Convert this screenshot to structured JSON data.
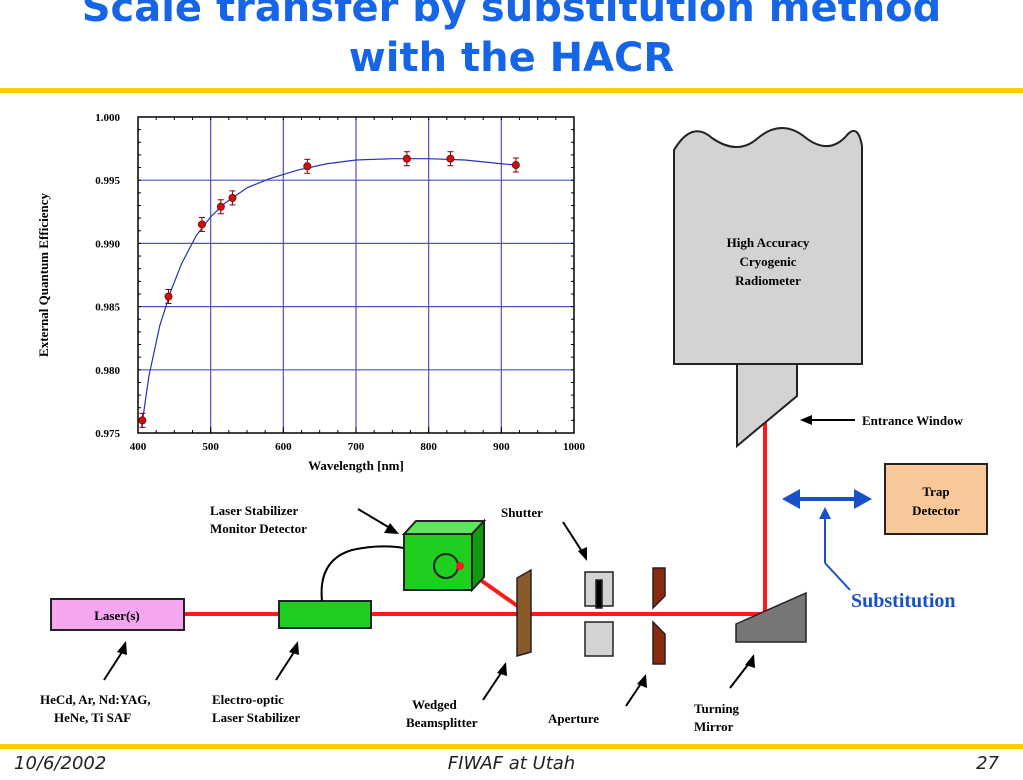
{
  "title": {
    "line1": "Scale transfer by substitution method",
    "line2": "with the HACR"
  },
  "footer": {
    "date": "10/6/2002",
    "venue": "FIWAF at Utah",
    "page": "27"
  },
  "chart_data": {
    "type": "scatter",
    "xlabel": "Wavelength  [nm]",
    "ylabel": "External Quantum Efficiency",
    "xlim": [
      400,
      1000
    ],
    "ylim": [
      0.975,
      1.0
    ],
    "x_ticks": [
      "400",
      "500",
      "600",
      "700",
      "800",
      "900",
      "1000"
    ],
    "y_ticks": [
      "0.975",
      "0.980",
      "0.985",
      "0.990",
      "0.995",
      "1.000"
    ],
    "grid": true,
    "points": [
      {
        "x": 406,
        "y": 0.976
      },
      {
        "x": 442,
        "y": 0.9858
      },
      {
        "x": 488,
        "y": 0.9915
      },
      {
        "x": 514,
        "y": 0.9929
      },
      {
        "x": 530,
        "y": 0.9936
      },
      {
        "x": 633,
        "y": 0.9961
      },
      {
        "x": 770,
        "y": 0.9967
      },
      {
        "x": 830,
        "y": 0.9967
      },
      {
        "x": 920,
        "y": 0.9962
      }
    ],
    "fit_curve": [
      [
        405,
        0.9755
      ],
      [
        415,
        0.9795
      ],
      [
        430,
        0.9835
      ],
      [
        445,
        0.9862
      ],
      [
        460,
        0.9884
      ],
      [
        480,
        0.9906
      ],
      [
        500,
        0.9921
      ],
      [
        520,
        0.9932
      ],
      [
        550,
        0.9944
      ],
      [
        580,
        0.9951
      ],
      [
        620,
        0.9958
      ],
      [
        660,
        0.9963
      ],
      [
        700,
        0.9966
      ],
      [
        750,
        0.9967
      ],
      [
        800,
        0.9967
      ],
      [
        850,
        0.9966
      ],
      [
        900,
        0.9963
      ],
      [
        920,
        0.9962
      ]
    ]
  },
  "diagram": {
    "hacr": [
      "High Accuracy",
      "Cryogenic",
      "Radiometer"
    ],
    "entrance_window": "Entrance Window",
    "trap": [
      "Trap",
      "Detector"
    ],
    "substitution": "Substitution",
    "laser": "Laser(s)",
    "laser_sources": [
      "HeCd, Ar, Nd:YAG,",
      "HeNe, Ti SAF"
    ],
    "stabilizer": [
      "Electro-optic",
      "Laser Stabilizer"
    ],
    "monitor": [
      "Laser Stabilizer",
      "Monitor Detector"
    ],
    "shutter": "Shutter",
    "beamsplitter": [
      "Wedged",
      "Beamsplitter"
    ],
    "aperture": "Aperture",
    "mirror": [
      "Turning",
      "Mirror"
    ],
    "colors": {
      "title": "#1565e6",
      "beam": "#ff1a1a",
      "laser": "#f4a6f0",
      "green": "#1fcf1f",
      "trap": "#f8c79a",
      "hacr": "#d3d3d3",
      "grid": "#4c50c8",
      "substitution": "#1750c8"
    }
  }
}
